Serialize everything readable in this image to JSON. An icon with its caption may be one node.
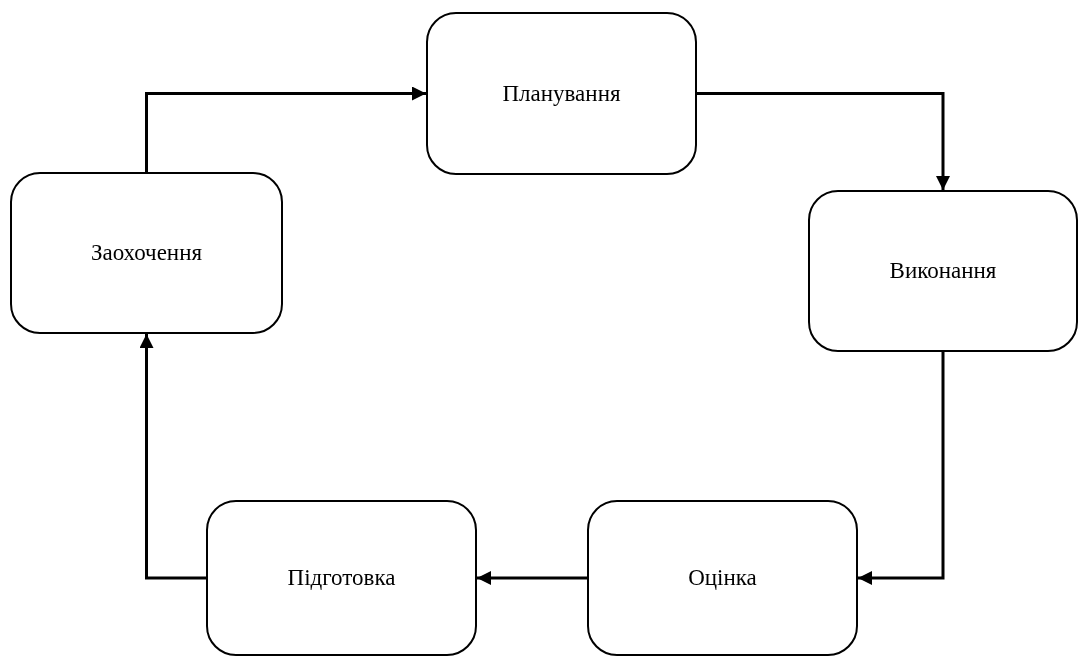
{
  "diagram": {
    "nodes": [
      {
        "text": [
          "Планування"
        ]
      },
      {
        "text": [
          "Виконання"
        ]
      },
      {
        "text": [
          "Оцінка"
        ]
      },
      {
        "text": [
          "Підготовка"
        ]
      },
      {
        "text": [
          "Заохочення"
        ]
      }
    ],
    "edges": [
      {
        "from": 0,
        "to": 1,
        "arrow": "to"
      },
      {
        "from": 1,
        "to": 2,
        "arrow": "to"
      },
      {
        "from": 2,
        "to": 3,
        "arrow": "to"
      },
      {
        "from": 3,
        "to": 4,
        "arrow": "to"
      },
      {
        "from": 4,
        "to": 0,
        "arrow": "to"
      }
    ]
  }
}
